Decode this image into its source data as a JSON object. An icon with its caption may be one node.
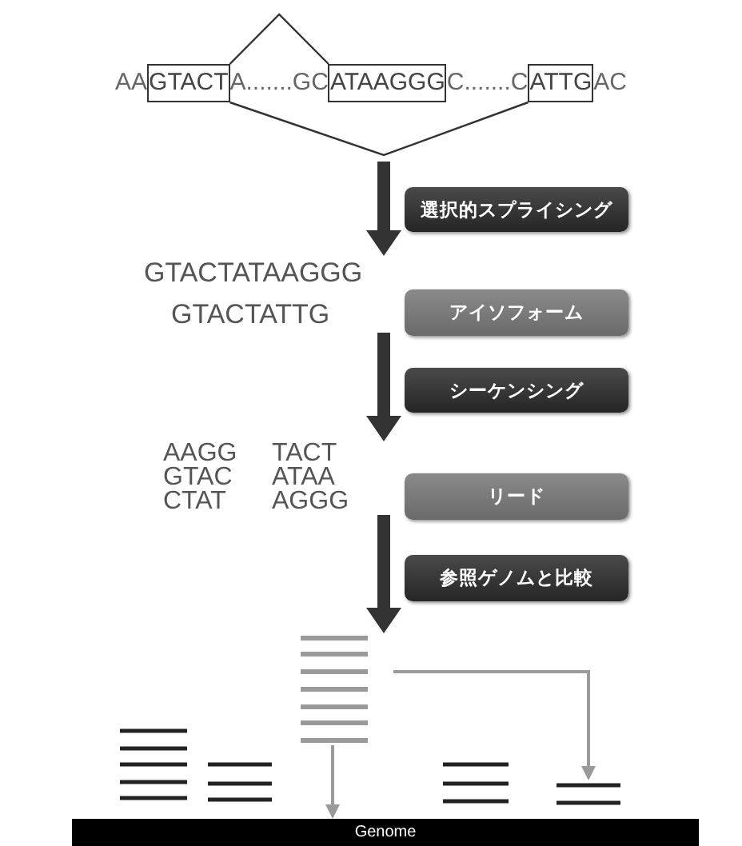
{
  "diagram": {
    "nodes": [
      {
        "text": [
          "GTACT"
        ]
      },
      {
        "text": [
          "ATAAGGG"
        ]
      },
      {
        "text": [
          "ATTG"
        ]
      },
      {
        "text": [
          "選択的スプライシング"
        ]
      },
      {
        "text": [
          "GTACTATAAGGG",
          "GTACTATTG"
        ]
      },
      {
        "text": [
          "アイソフォーム"
        ]
      },
      {
        "text": [
          "シーケンシング"
        ]
      },
      {
        "text": [
          "AAGG",
          "TACT",
          "GTAC",
          "ATAA",
          "CTAT",
          "AGGG"
        ]
      },
      {
        "text": [
          "リード"
        ]
      },
      {
        "text": [
          "参照ゲノムと比較"
        ]
      },
      {
        "text": [],
        "shape": "bar"
      },
      {
        "text": [],
        "shape": "bar"
      },
      {
        "text": [],
        "shape": "bar"
      },
      {
        "text": [],
        "shape": "bar"
      },
      {
        "text": [],
        "shape": "bar"
      },
      {
        "text": [
          "Genome"
        ]
      }
    ],
    "edges": [
      {
        "from": 0,
        "to": 1,
        "arrow": "none"
      },
      {
        "from": 0,
        "to": 2,
        "arrow": "none"
      },
      {
        "from": null,
        "to": 4,
        "arrow": "to",
        "style": "thick"
      },
      {
        "from": 4,
        "to": 7,
        "arrow": "to",
        "style": "thick"
      },
      {
        "from": 7,
        "to": 10,
        "arrow": "to",
        "style": "thick"
      },
      {
        "from": 10,
        "to": 15,
        "arrow": "to",
        "color": "#9a9a9a"
      },
      {
        "from": 10,
        "to": 14,
        "arrow": "to",
        "color": "#9a9a9a"
      }
    ],
    "labels": [
      "AA",
      "A.......GC",
      "C.......C",
      "AC"
    ]
  }
}
